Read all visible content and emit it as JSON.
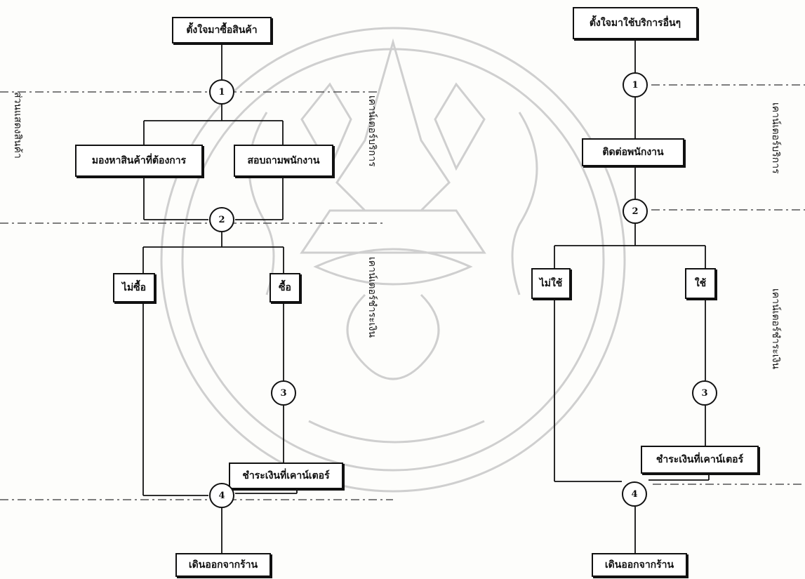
{
  "left_flow": {
    "start": "ตั้งใจมาซื้อสินค้า",
    "option_a": "มองหาสินค้าที่ต้องการ",
    "option_b": "สอบถามพนักงาน",
    "decision_no": "ไม่ซื้อ",
    "decision_yes": "ซื้อ",
    "payment": "ชำระเงินที่เคาน์เตอร์",
    "exit": "เดินออกจากร้าน",
    "nodes": [
      "1",
      "2",
      "3",
      "4"
    ]
  },
  "right_flow": {
    "start": "ตั้งใจมาใช้บริการอื่นๆ",
    "contact": "ติดต่อพนักงาน",
    "decision_no": "ไม่ใช้",
    "decision_yes": "ใช้",
    "payment": "ชำระเงินที่เคาน์เตอร์",
    "exit": "เดินออกจากร้าน",
    "nodes": [
      "1",
      "2",
      "3",
      "4"
    ]
  },
  "zones": {
    "left_sales_area": "ส่วนแสดงสินค้า",
    "left_service_counter": "เคาน์เตอร์บริการ",
    "left_payment_counter": "เคาน์เตอร์ชำระเงิน",
    "right_service_counter": "เคาน์เตอร์บริการ",
    "right_payment_counter": "เคาน์เตอร์ชำระเงิน"
  },
  "colors": {
    "line": "#111111",
    "watermark": "#c9c9c9"
  }
}
